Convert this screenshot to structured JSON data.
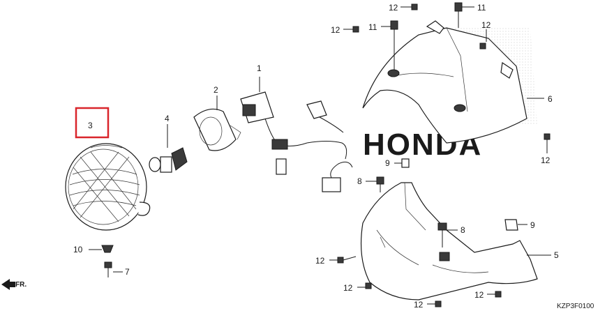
{
  "diagram": {
    "diagram_code": "KZP3F0100",
    "front_marker": "FR.",
    "watermark": "HONDA",
    "highlight_color": "#d9252b",
    "labels": {
      "p1": "1",
      "p2": "2",
      "p3": "3",
      "p4": "4",
      "p5": "5",
      "p6": "6",
      "p7": "7",
      "p10": "10",
      "p8a": "8",
      "p8b": "8",
      "p9a": "9",
      "p9b": "9",
      "p11a": "11",
      "p11b": "11",
      "p12a": "12",
      "p12b": "12",
      "p12c": "12",
      "p12d": "12",
      "p12e": "12",
      "p12f": "12",
      "p12g": "12",
      "p12h": "12"
    }
  }
}
